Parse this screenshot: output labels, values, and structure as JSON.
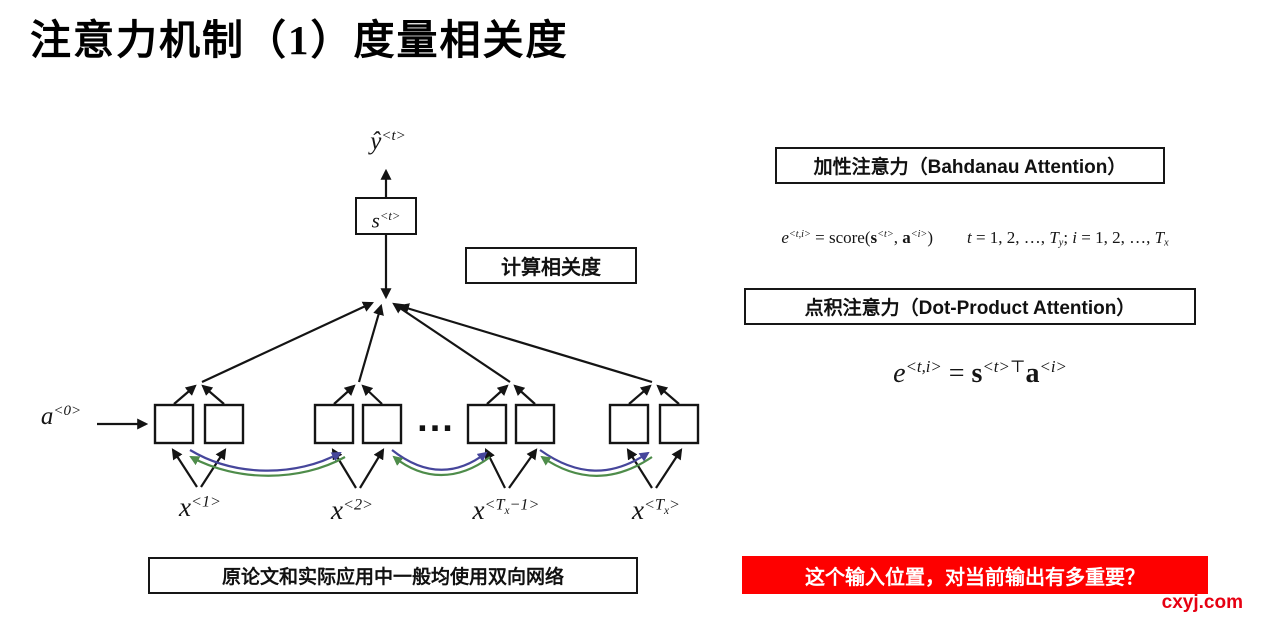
{
  "title": "注意力机制（1）度量相关度",
  "colors": {
    "ink": "#141414",
    "forward_purple": "#46469b",
    "backward_green": "#4e8c4a",
    "alert_red": "#fe0000",
    "watermark_red": "#e60012"
  },
  "diagram": {
    "output_label": [
      {
        "t": "ŷ",
        "s": "i"
      },
      {
        "t": "<t>",
        "s": "sup"
      }
    ],
    "state_label": [
      {
        "t": "s",
        "s": "i"
      },
      {
        "t": "<t>",
        "s": "sup"
      }
    ],
    "a0_label": [
      {
        "t": "a",
        "s": "i"
      },
      {
        "t": "<0>",
        "s": "sup"
      }
    ],
    "ellipsis": "...",
    "x_labels": [
      [
        {
          "t": "x",
          "s": "i"
        },
        {
          "t": "<1>",
          "s": "sup"
        }
      ],
      [
        {
          "t": "x",
          "s": "i"
        },
        {
          "t": "<2>",
          "s": "sup"
        }
      ],
      [
        {
          "t": "x",
          "s": "i"
        },
        {
          "t": "<T",
          "s": "sup"
        },
        {
          "t": "x",
          "s": "ss"
        },
        {
          "t": "−1>",
          "s": "sup"
        }
      ],
      [
        {
          "t": "x",
          "s": "i"
        },
        {
          "t": "<T",
          "s": "sup"
        },
        {
          "t": "x",
          "s": "ss"
        },
        {
          "t": ">",
          "s": "sup"
        }
      ]
    ],
    "compute_box": "计算相关度",
    "bottom_note": "原论文和实际应用中一般均使用双向网络"
  },
  "right_panel": {
    "additive_title": "加性注意力（Bahdanau Attention）",
    "additive_formula": [
      {
        "t": "e",
        "s": "i"
      },
      {
        "t": "<t,i>",
        "s": "sup"
      },
      {
        "t": " = score(",
        "s": "n"
      },
      {
        "t": "s",
        "s": "b"
      },
      {
        "t": "<t>",
        "s": "sup"
      },
      {
        "t": ", ",
        "s": "n"
      },
      {
        "t": "a",
        "s": "b"
      },
      {
        "t": "<i>",
        "s": "sup"
      },
      {
        "t": ")",
        "s": "n"
      },
      {
        "t": "",
        "s": "gap"
      },
      {
        "t": "t",
        "s": "i"
      },
      {
        "t": " = 1, 2, …, ",
        "s": "n"
      },
      {
        "t": "T",
        "s": "i"
      },
      {
        "t": "y",
        "s": "sub"
      },
      {
        "t": "; ",
        "s": "n"
      },
      {
        "t": "i",
        "s": "i"
      },
      {
        "t": " = 1, 2, …, ",
        "s": "n"
      },
      {
        "t": "T",
        "s": "i"
      },
      {
        "t": "x",
        "s": "sub"
      }
    ],
    "dot_title": "点积注意力（Dot-Product Attention）",
    "dot_formula": [
      {
        "t": "e",
        "s": "i"
      },
      {
        "t": "<t,i>",
        "s": "sup"
      },
      {
        "t": " = ",
        "s": "n"
      },
      {
        "t": "s",
        "s": "b"
      },
      {
        "t": "<t>⊤",
        "s": "sup"
      },
      {
        "t": "a",
        "s": "b"
      },
      {
        "t": "<i>",
        "s": "sup"
      }
    ],
    "question": "这个输入位置，对当前输出有多重要？",
    "watermark": "cxyj.com"
  }
}
